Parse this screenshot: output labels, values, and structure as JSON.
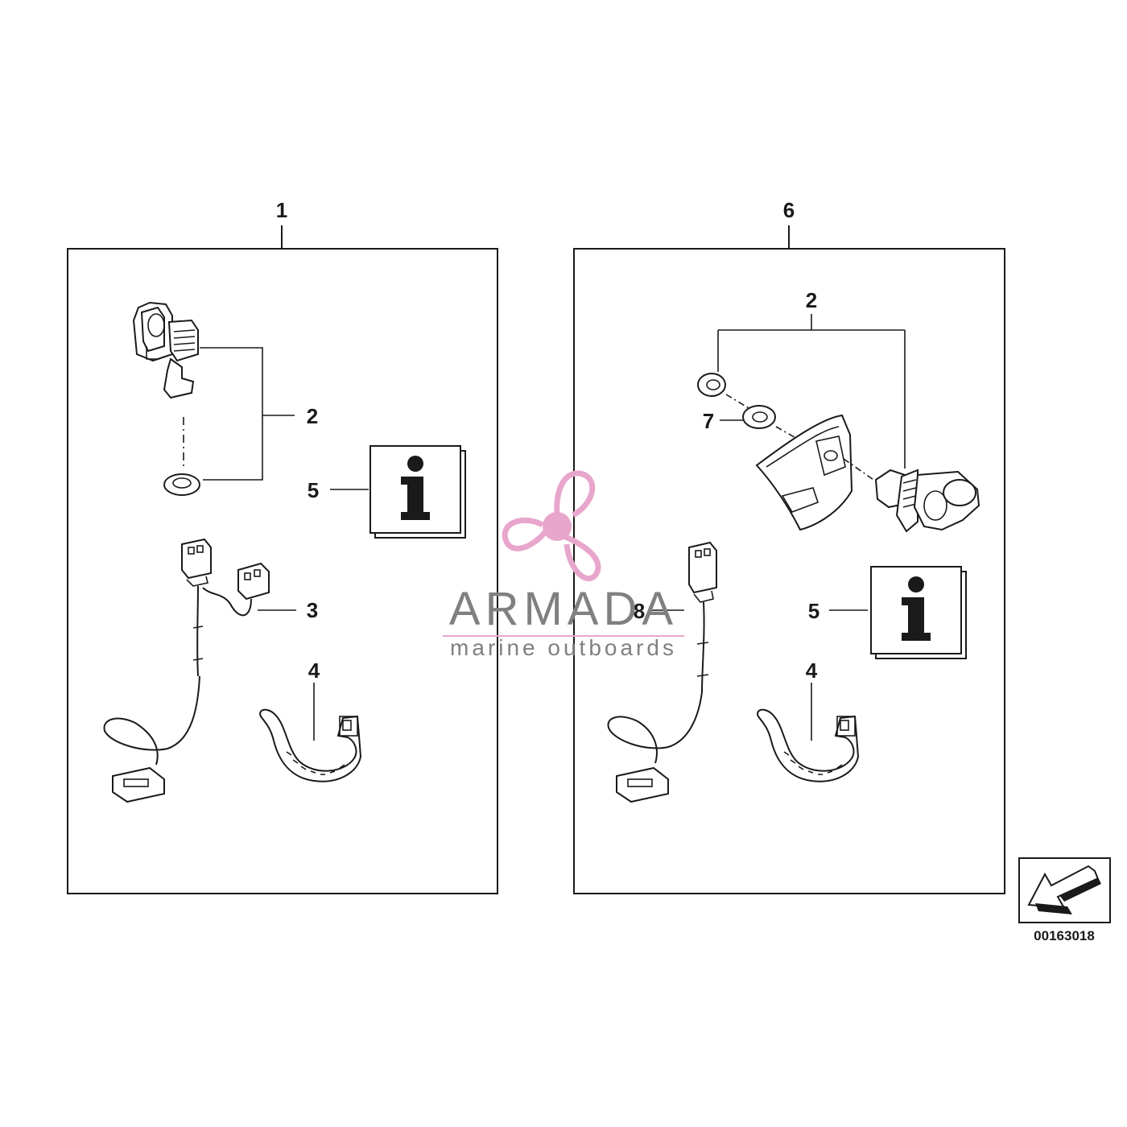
{
  "callouts": {
    "left_kit": "1",
    "left_socket": "2",
    "left_info": "5",
    "left_harness": "3",
    "left_clamp": "4",
    "right_kit": "6",
    "right_socket": "2",
    "right_washer": "7",
    "right_cable": "8",
    "right_info": "5",
    "right_clamp": "4"
  },
  "diagram_code": "00163018",
  "watermark": {
    "title": "ARMADA",
    "subtitle": "marine outboards",
    "accent_color": "#e8a6cc"
  },
  "icons": [
    "info-icon",
    "direction-arrow-icon",
    "propeller-logo-icon"
  ]
}
